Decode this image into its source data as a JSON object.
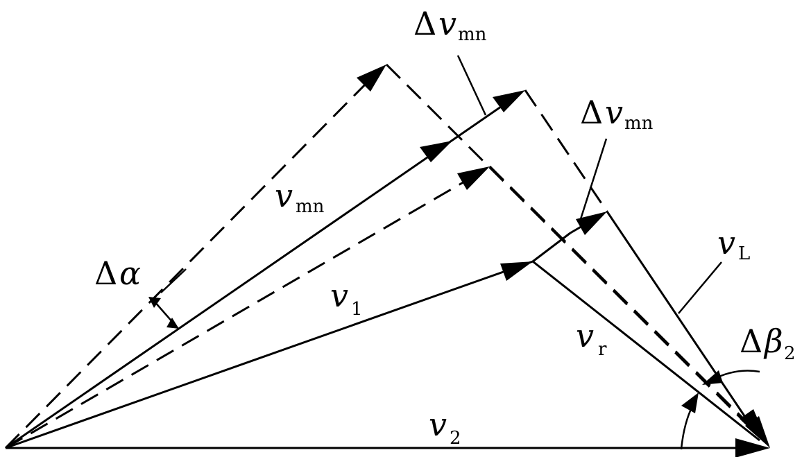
{
  "labels": {
    "delta_v_mn_top": {
      "delta": "Δ",
      "symbol": "v",
      "subscript": "mn"
    },
    "delta_v_mn_right": {
      "delta": "Δ",
      "symbol": "v",
      "subscript": "mn"
    },
    "v_mn": {
      "symbol": "v",
      "subscript": "mn"
    },
    "delta_alpha": {
      "delta": "Δ",
      "symbol": "α"
    },
    "v_1": {
      "symbol": "v",
      "subscript": "1"
    },
    "v_L": {
      "symbol": "v",
      "subscript": "L"
    },
    "v_r": {
      "symbol": "v",
      "subscript": "r"
    },
    "delta_beta_2": {
      "delta": "Δ",
      "symbol": "β",
      "subscript": "2"
    },
    "v_2": {
      "symbol": "v",
      "subscript": "2"
    }
  },
  "colors": {
    "stroke": "#000000",
    "background": "#ffffff"
  }
}
